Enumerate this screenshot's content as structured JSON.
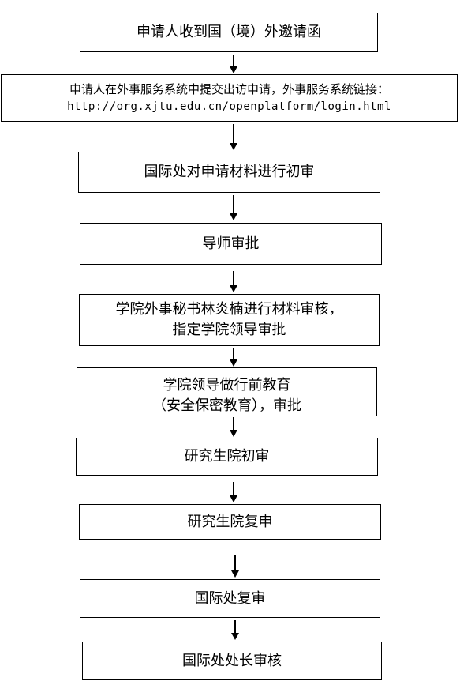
{
  "flowchart": {
    "steps": [
      {
        "lines": [
          "申请人收到国（境）外邀请函"
        ]
      },
      {
        "lines": [
          "申请人在外事服务系统中提交出访申请，外事服务系统链接：",
          "http://org.xjtu.edu.cn/openplatform/login.html"
        ]
      },
      {
        "lines": [
          "国际处对申请材料进行初审"
        ]
      },
      {
        "lines": [
          "导师审批"
        ]
      },
      {
        "lines": [
          "学院外事秘书林炎楠进行材料审核，",
          "指定学院领导审批"
        ]
      },
      {
        "lines": [
          "学院领导做行前教育",
          "（安全保密教育），审批"
        ]
      },
      {
        "lines": [
          "研究生院初审"
        ]
      },
      {
        "lines": [
          "研究生院复申"
        ]
      },
      {
        "lines": [
          "国际处复审"
        ]
      },
      {
        "lines": [
          "国际处处长审核"
        ]
      }
    ]
  }
}
